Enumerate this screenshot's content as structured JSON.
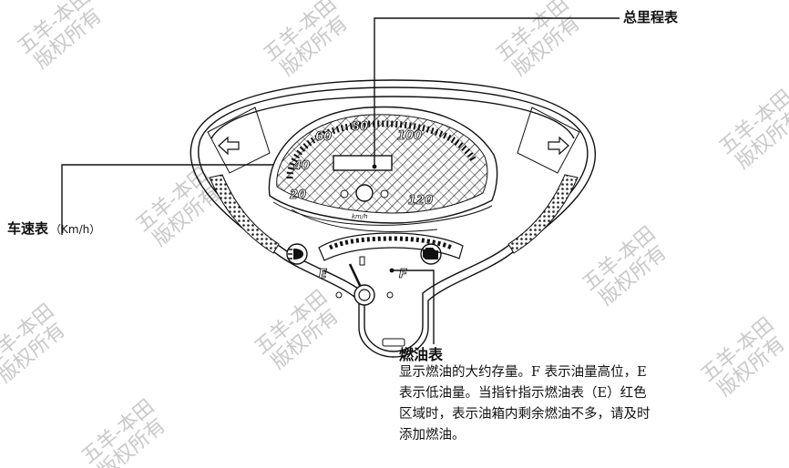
{
  "labels": {
    "odometer": "总里程表",
    "speedometer": "车速表",
    "speedometer_unit": "（Km/h）",
    "fuel_gauge": "燃油表"
  },
  "fuel_description_lines": [
    "显示燃油的大约存量。F 表示油量高位，E",
    "表示低油量。当指针指示燃油表（E）红色",
    "区域时，表示油箱内剩余燃油不多，请及时",
    "添加燃油。"
  ],
  "gauge": {
    "speed_marks": [
      "20",
      "40",
      "60",
      "80",
      "100",
      "120"
    ],
    "speed_unit": "km/h",
    "fuel_empty": "E",
    "fuel_full": "F"
  },
  "watermark_lines": [
    "五羊-本田",
    "版权所有"
  ]
}
